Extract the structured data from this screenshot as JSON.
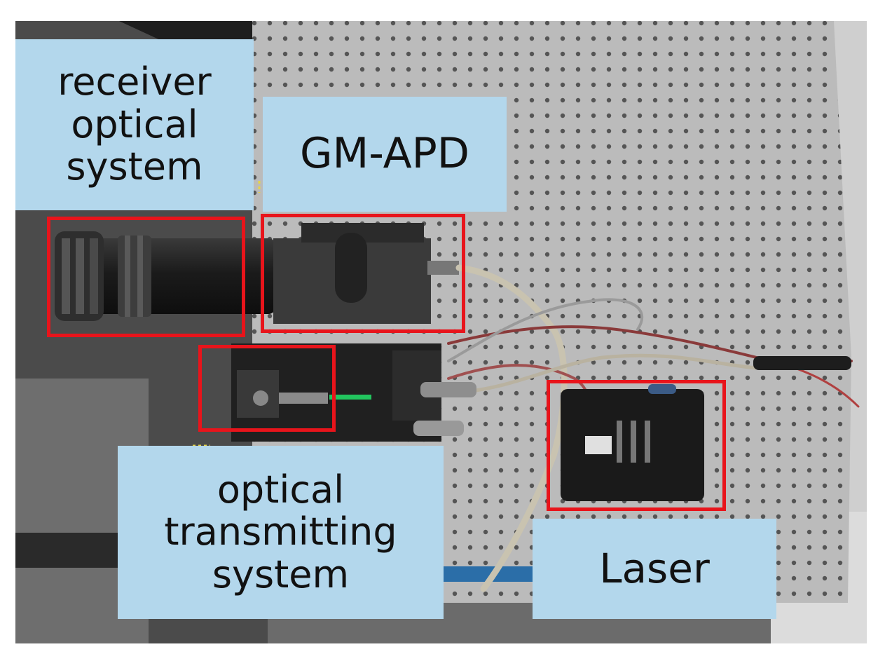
{
  "figure": {
    "labels": {
      "receiver": [
        "receiver",
        "optical",
        "system"
      ],
      "gmapd": "GM-APD",
      "transmitter": [
        "optical",
        "transmitting",
        "system"
      ],
      "laser": "Laser"
    },
    "colors": {
      "label_background": "#b3d7ec",
      "highlight_box": "#e8141b",
      "table_surface": "#b9b9b9",
      "table_holes": "#5a5a5a",
      "laser_beam": "#22c55e"
    }
  }
}
